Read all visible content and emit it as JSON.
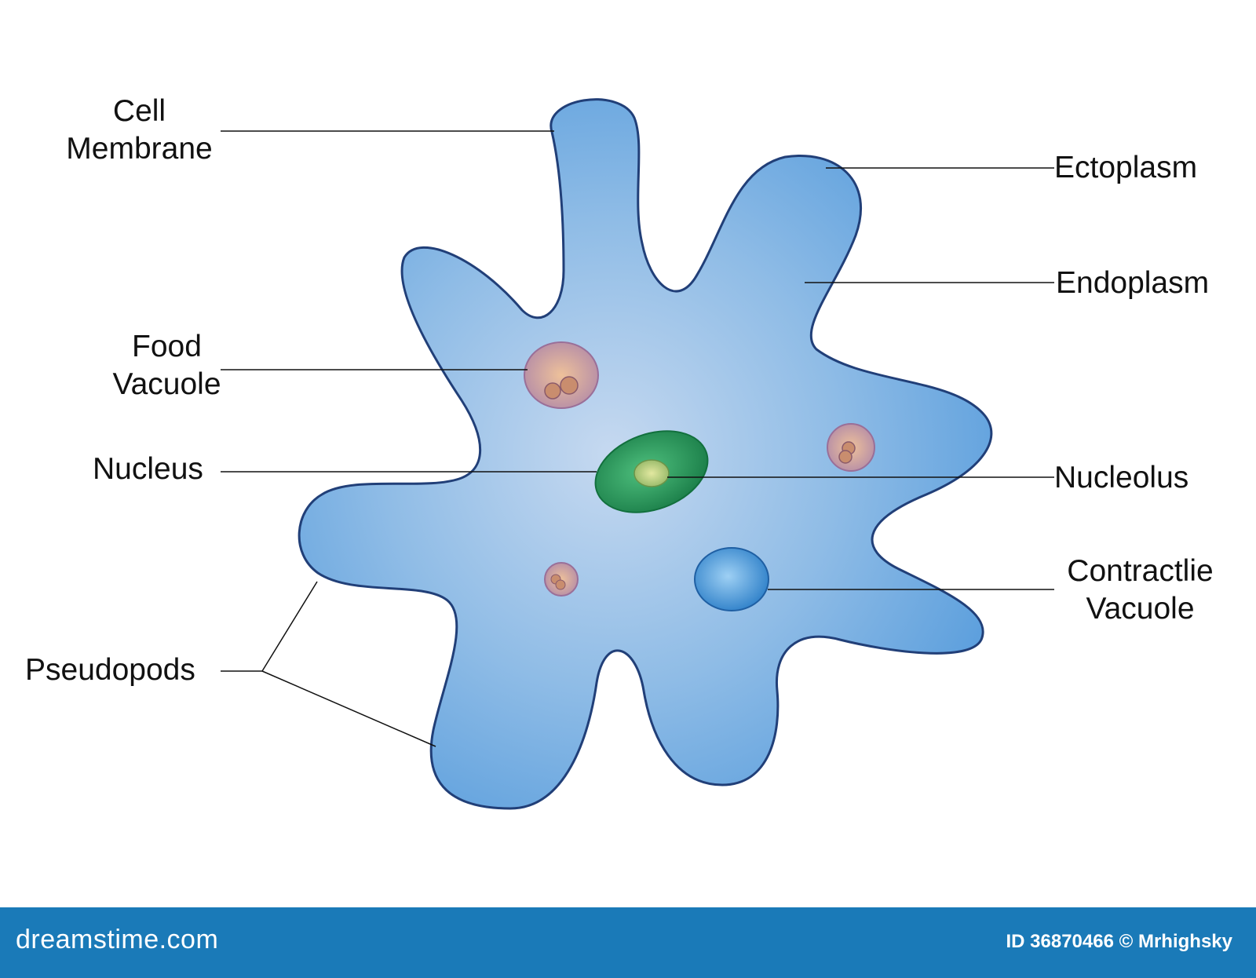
{
  "labels": {
    "cell_membrane": [
      "Cell",
      "Membrane"
    ],
    "ectoplasm": "Ectoplasm",
    "endoplasm": "Endoplasm",
    "food_vacuole": [
      "Food",
      "Vacuole"
    ],
    "nucleus": "Nucleus",
    "nucleolus": "Nucleolus",
    "contractile_vacuole": [
      "Contractlie",
      "Vacuole"
    ],
    "pseudopods": "Pseudopods"
  },
  "footer": {
    "brand": "dreamstime.com",
    "credit": "ID 36870466 © Mrhighsky"
  },
  "colors": {
    "cell_fill": "#6aa8e0",
    "cell_outline": "#1f3f7a",
    "nucleus": "#1f8f55",
    "food_vacuole": "#b98aa0",
    "contractile_vacuole": "#3a88cc",
    "footer_bg": "#1a7ab8"
  }
}
